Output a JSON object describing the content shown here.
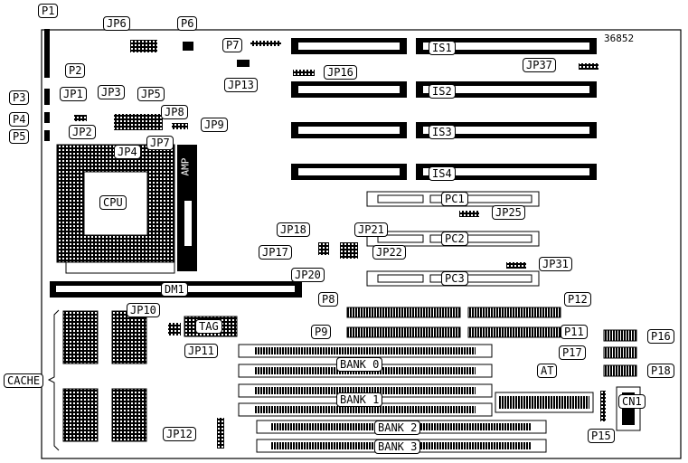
{
  "diagram_id": "36852",
  "chips": {
    "cpu": "CPU",
    "amp": "AMP",
    "tag": "TAG",
    "dm": "DM1"
  },
  "slots": {
    "isa": [
      "IS1",
      "IS2",
      "IS3",
      "IS4"
    ],
    "pci": [
      "PC1",
      "PC2",
      "PC3"
    ]
  },
  "banks": [
    "BANK 0",
    "BANK 1",
    "BANK 2",
    "BANK 3"
  ],
  "cache_label": "CACHE",
  "connectors": [
    "P1",
    "P2",
    "P3",
    "P4",
    "P5",
    "P6",
    "P7",
    "P8",
    "P9",
    "P11",
    "P12",
    "P15",
    "P16",
    "P17",
    "P18",
    "AT",
    "CN1"
  ],
  "jumpers": [
    "JP1",
    "JP2",
    "JP3",
    "JP4",
    "JP5",
    "JP6",
    "JP7",
    "JP8",
    "JP9",
    "JP10",
    "JP11",
    "JP12",
    "JP13",
    "JP16",
    "JP17",
    "JP18",
    "JP20",
    "JP21",
    "JP22",
    "JP25",
    "JP31",
    "JP37"
  ]
}
